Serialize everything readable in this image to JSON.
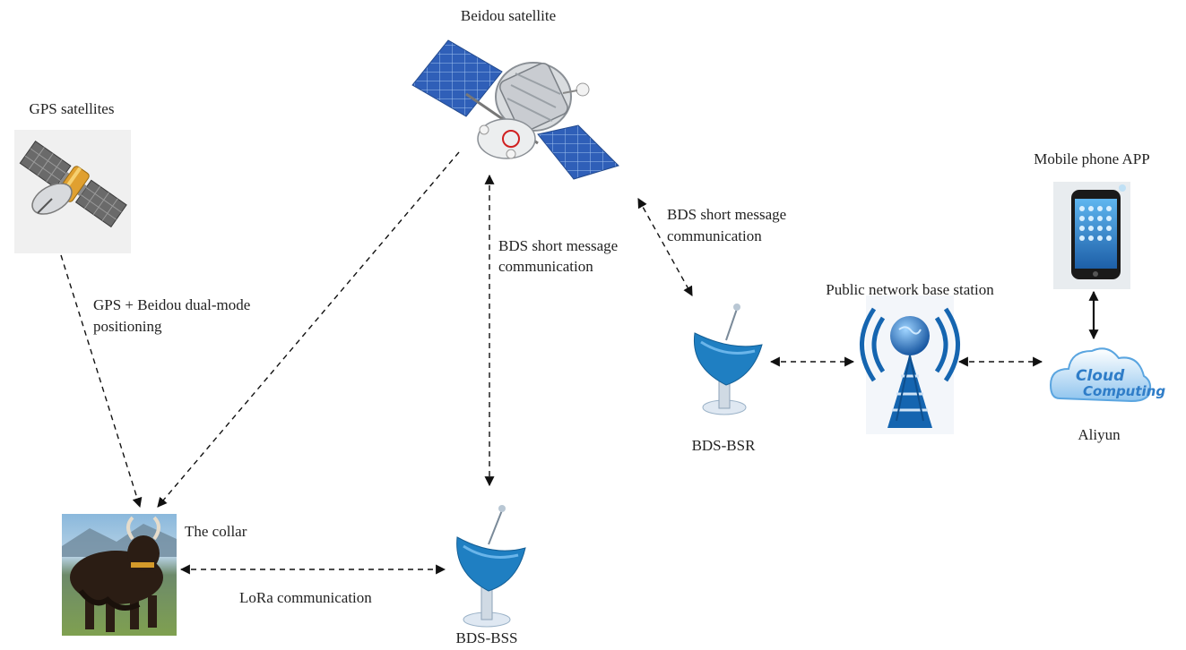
{
  "nodes": {
    "gps_satellites": "GPS satellites",
    "beidou_satellite": "Beidou satellite",
    "mobile_app": "Mobile phone APP",
    "public_base_station": "Public network base station",
    "bds_bsr": "BDS-BSR",
    "aliyun": "Aliyun",
    "collar": "The collar",
    "bds_bss": "BDS-BSS",
    "cloud_logo_line1": "Cloud",
    "cloud_logo_line2": "Computing"
  },
  "links": {
    "dual_mode_line1": "GPS + Beidou dual-mode",
    "dual_mode_line2": "positioning",
    "bds_short_msg_1_line1": "BDS short message",
    "bds_short_msg_1_line2": "communication",
    "bds_short_msg_2_line1": "BDS short message",
    "bds_short_msg_2_line2": "communication",
    "lora": "LoRa communication"
  },
  "colors": {
    "panel_blue": "#2f5fb8",
    "satellite_silver": "#c9ccd1",
    "dish_blue": "#1f7fc2",
    "tower_blue": "#1565b0",
    "cloud_blue": "#5aa5e0",
    "phone_black": "#1a1a1a",
    "yak_brown": "#2b1d14",
    "grass_green": "#7fa050",
    "sky_blue": "#7fb3d8"
  }
}
